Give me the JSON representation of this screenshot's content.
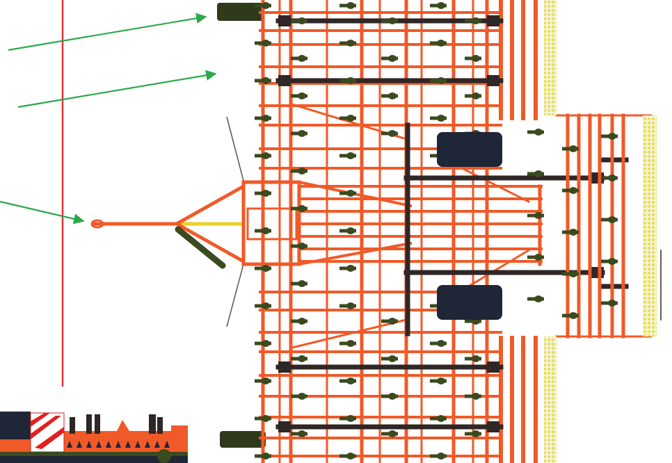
{
  "diagram": {
    "colors": {
      "frame": "#f05a28",
      "frame_dark": "#c9421a",
      "beam": "#2f2626",
      "tine": "#3b4a1f",
      "wheel": "#1f2638",
      "marker_line": "#e03232",
      "arrow": "#2aa84a",
      "drawbar": "#e8d02a",
      "packer": "#e8e04a",
      "background": "#ffffff"
    },
    "callout_arrows": [
      {
        "name": "arrow-to-transport-wheel"
      },
      {
        "name": "arrow-to-frame"
      },
      {
        "name": "arrow-to-hitch"
      }
    ],
    "components": [
      "drawbar-hitch",
      "main-frame",
      "transport-wheels",
      "tine-rows",
      "cross-beams",
      "packer-rollers",
      "side-profile-view"
    ]
  }
}
